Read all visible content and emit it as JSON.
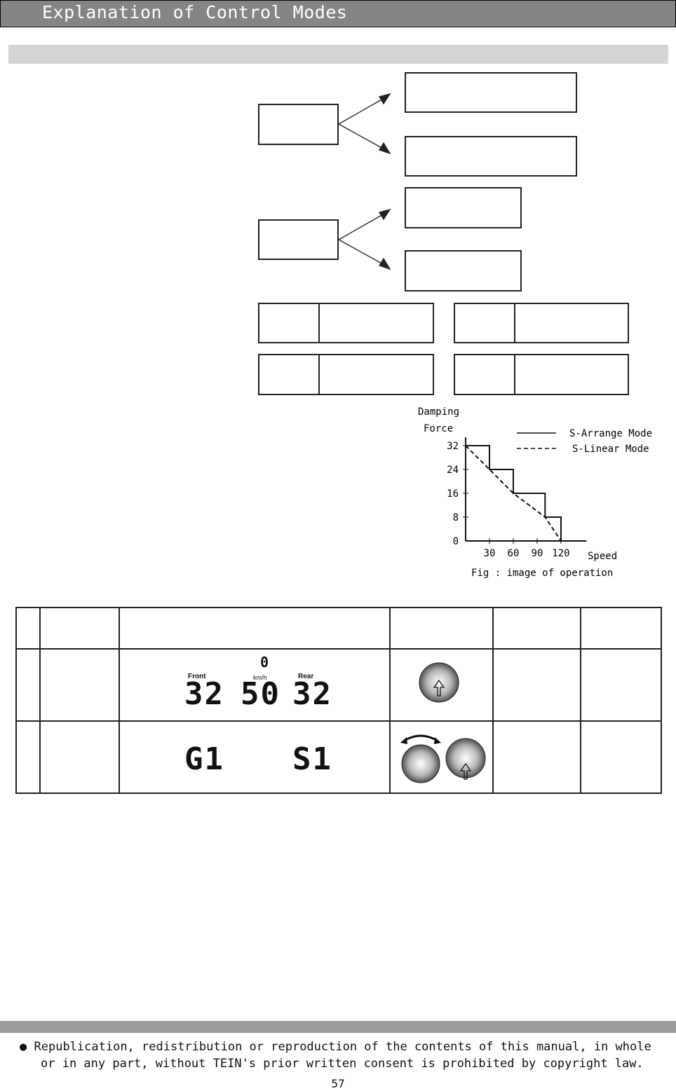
{
  "header": {
    "title": "Explanation of Control Modes"
  },
  "chart_data": {
    "type": "line",
    "ylabel_line1": "Damping",
    "ylabel_line2": "Force",
    "xlabel": "Speed",
    "caption": "Fig : image of operation",
    "x_ticks": [
      "30",
      "60",
      "90",
      "120"
    ],
    "y_ticks": [
      "0",
      "8",
      "16",
      "24",
      "32"
    ],
    "xlim": [
      0,
      145
    ],
    "ylim": [
      0,
      32
    ],
    "series": [
      {
        "name": "S-Arrange Mode",
        "style": "solid",
        "x": [
          0,
          30,
          30,
          60,
          60,
          100,
          100,
          120,
          120
        ],
        "y": [
          32,
          32,
          24,
          24,
          16,
          16,
          8,
          8,
          0
        ]
      },
      {
        "name": "S-Linear Mode",
        "style": "dashed",
        "x": [
          0,
          30,
          60,
          100,
          120
        ],
        "y": [
          32,
          24,
          16,
          8,
          0
        ]
      }
    ]
  },
  "table": {
    "row1": {
      "front_label": "Front",
      "speed": "50",
      "speed_top": "0",
      "speed_unit": "km/h",
      "rear_label": "Rear",
      "front_value": "32",
      "rear_value": "32"
    },
    "row2": {
      "left_value": "G1",
      "right_value": "S1"
    }
  },
  "footer": {
    "bullet": "●",
    "line1": "Republication, redistribution or reproduction of the contents of this manual, in whole",
    "line2": "or in any part, without TEIN's prior written consent is prohibited by copyright law."
  },
  "page_number": "57"
}
